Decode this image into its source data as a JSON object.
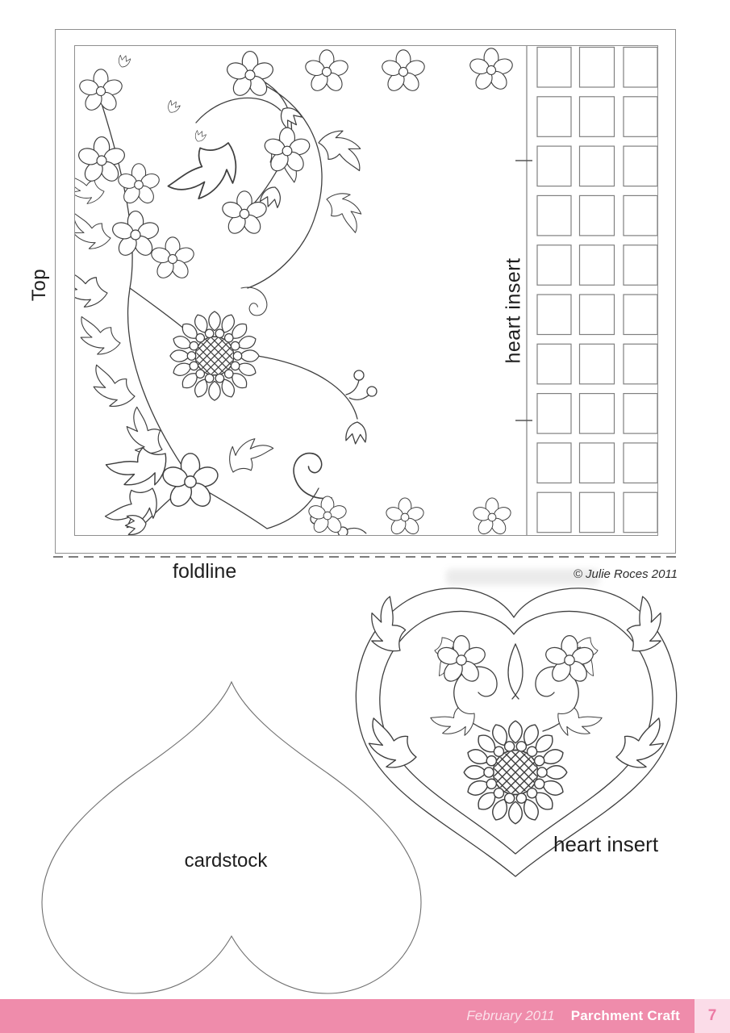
{
  "pattern": {
    "top_label": "Top",
    "grid_label": "heart insert",
    "foldline_label": "foldline",
    "copyright": "© Julie Roces 2011",
    "grid": {
      "rows": 10,
      "columns": 3
    }
  },
  "templates": {
    "cardstock_label": "cardstock",
    "heart_insert_label": "heart insert"
  },
  "footer": {
    "issue": "February 2011",
    "magazine": "Parchment Craft",
    "page_number": "7",
    "bar_color": "#ef8cab",
    "page_box_color": "#fbdce8",
    "page_number_color": "#ec7aa4"
  },
  "artwork": {
    "line_color": "#3f3f3f",
    "frame_color": "#8f8f8f"
  }
}
